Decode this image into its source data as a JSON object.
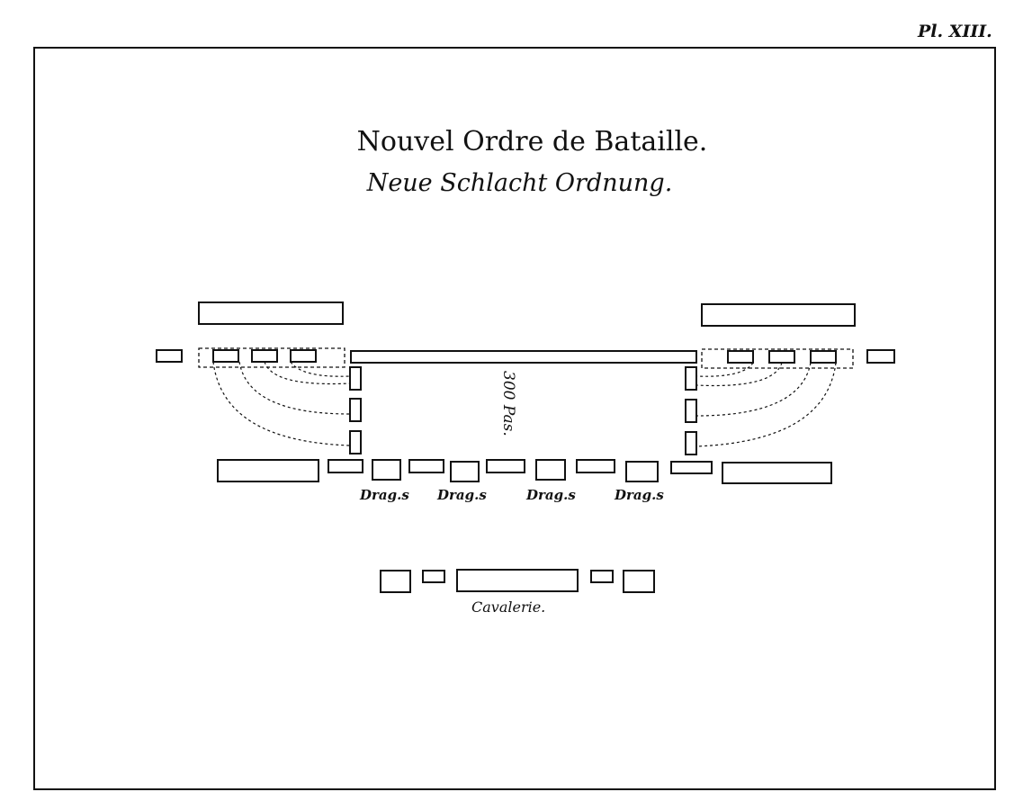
{
  "plate_label": "Pl. XIII.",
  "title_fr": "Nouvel Ordre de Bataille.",
  "title_de": "Neue Schlacht Ordnung.",
  "distance_label": "300 Pas.",
  "dragoon_labels": [
    "Drag.s",
    "Drag.s",
    "Drag.s",
    "Drag.s"
  ],
  "cavalry_label": "Cavalerie."
}
